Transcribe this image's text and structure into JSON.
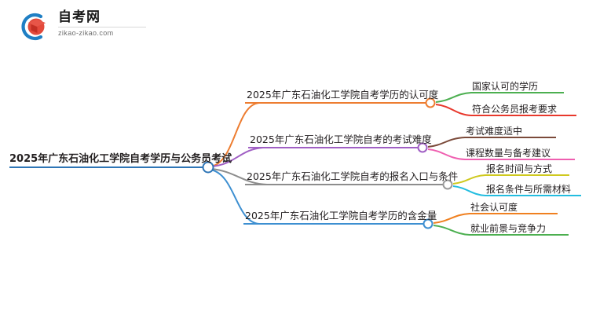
{
  "logo": {
    "name": "zikao-logo",
    "title": "自考网",
    "subtitle": "zikao-zikao.com",
    "mark_icon": "graduation-cap-icon",
    "colors": {
      "arc": "#1f7fc4",
      "cap": "#d8392b",
      "cap_light": "#e9594b"
    }
  },
  "mindmap": {
    "root": {
      "label": "2025年广东石油化工学院自考学历与公务员考试",
      "color": "#2e75b6"
    },
    "branches": [
      {
        "label": "2025年广东石油化工学院自考学历的认可度",
        "color": "#ed7d31",
        "node_color": "#ed7d31",
        "leaves": [
          {
            "label": "国家认可的学历",
            "color": "#4caf50"
          },
          {
            "label": "符合公务员报考要求",
            "color": "#e8382c"
          }
        ]
      },
      {
        "label": "2025年广东石油化工学院自考的考试难度",
        "color": "#a05fc4",
        "node_color": "#a05fc4",
        "leaves": [
          {
            "label": "考试难度适中",
            "color": "#7b4a3a"
          },
          {
            "label": "课程数量与备考建议",
            "color": "#ef5fb0"
          }
        ]
      },
      {
        "label": "2025年广东石油化工学院自考的报名入口与条件",
        "color": "#8d8d8d",
        "node_color": "#9a9a9a",
        "leaves": [
          {
            "label": "报名时间与方式",
            "color": "#cfc91f"
          },
          {
            "label": "报名条件与所需材料",
            "color": "#23bde0"
          }
        ]
      },
      {
        "label": "2025年广东石油化工学院自考学历的含金量",
        "color": "#3d8fd1",
        "node_color": "#3d8fd1",
        "leaves": [
          {
            "label": "社会认可度",
            "color": "#f08020"
          },
          {
            "label": "就业前景与竞争力",
            "color": "#4caf50"
          }
        ]
      }
    ]
  }
}
